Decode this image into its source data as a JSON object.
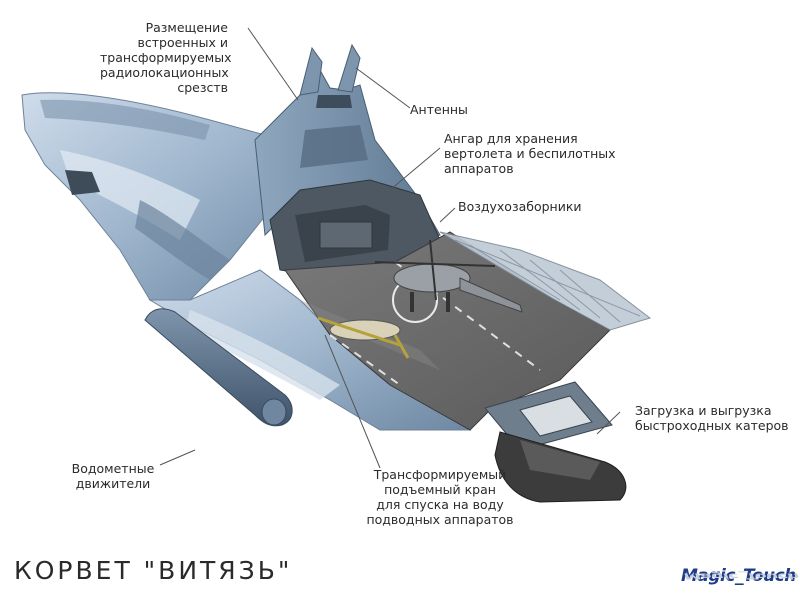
{
  "diagram": {
    "title": "КОРВЕТ \"ВИТЯЗЬ\"",
    "watermark": "Magic_Touch",
    "callouts": {
      "radar": "Размещение\nвстроенных и\nтрансформируемых\nрадиолокационных\nсрезств",
      "antennas": "Антенны",
      "hangar": "Ангар для хранения\nвертолета и беспилотных\nаппаратов",
      "air_intakes": "Воздухозаборники",
      "boats": "Загрузка и выгрузка\nбыстроходных катеров",
      "crane": "Трансформируемый\nподъемный кран\nдля спуска на воду\nподводных аппаратов",
      "waterjets": "Водометные\nдвижители"
    },
    "colors": {
      "hull_light": "#b9cde0",
      "hull_mid": "#8fa9c3",
      "hull_dark": "#5d7690",
      "deck": "#6f6f6f",
      "line": "#333333"
    }
  }
}
